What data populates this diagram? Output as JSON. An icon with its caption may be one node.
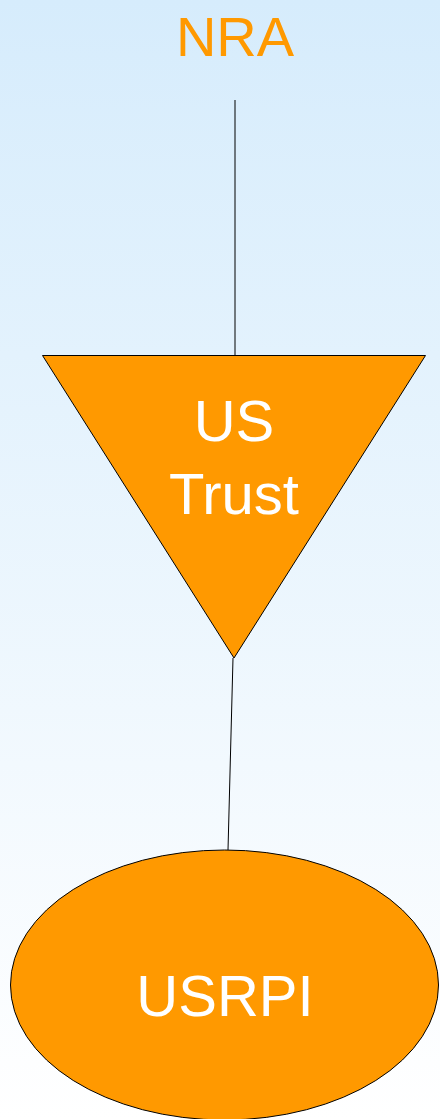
{
  "diagram": {
    "nodes": [
      {
        "text": [
          "NRA"
        ]
      },
      {
        "text": [
          "US Trust"
        ]
      },
      {
        "text": [
          "USRPI"
        ]
      }
    ],
    "edges": [
      {
        "from": 0,
        "to": 1,
        "arrow": "none"
      },
      {
        "from": 1,
        "to": 2,
        "arrow": "none"
      }
    ]
  }
}
